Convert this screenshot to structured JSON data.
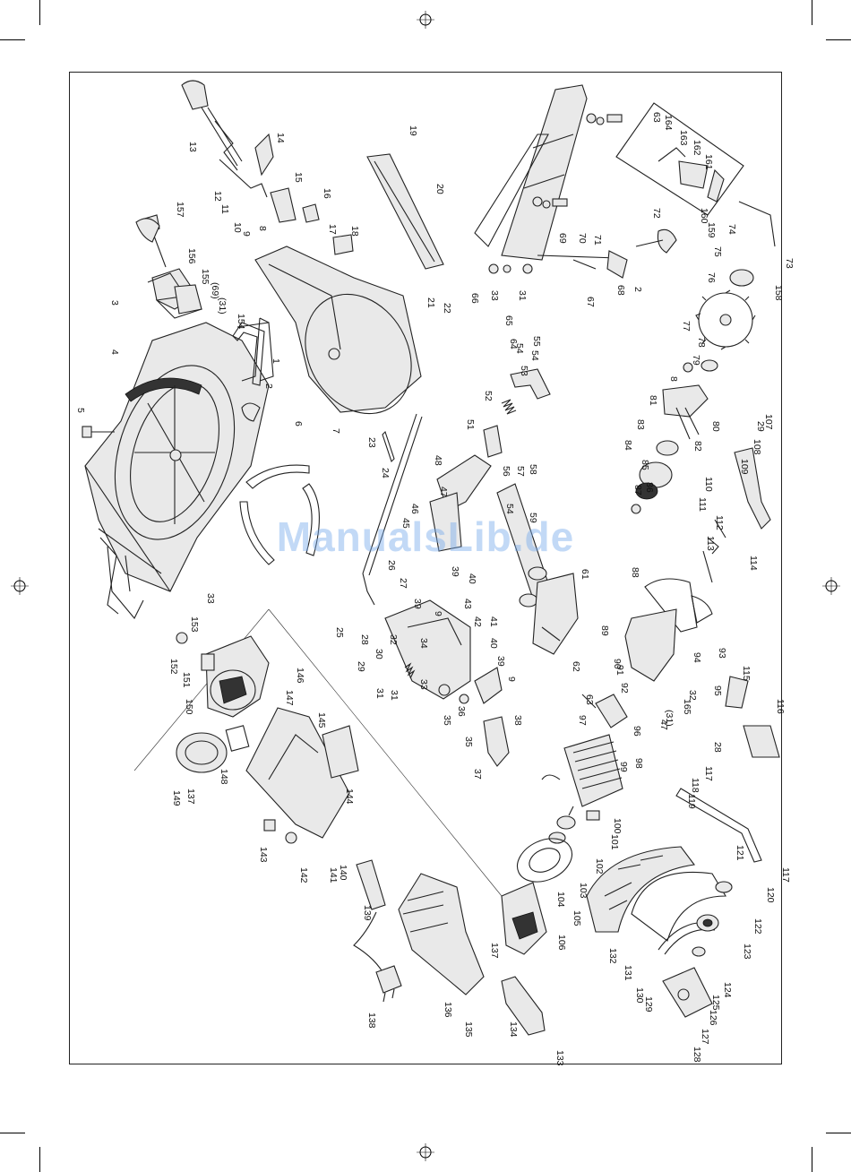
{
  "watermark": "ManualsLib.de",
  "parts": [
    {
      "n": "1"
    },
    {
      "n": "2"
    },
    {
      "n": "2"
    },
    {
      "n": "3"
    },
    {
      "n": "4"
    },
    {
      "n": "5"
    },
    {
      "n": "6"
    },
    {
      "n": "7"
    },
    {
      "n": "8"
    },
    {
      "n": "8"
    },
    {
      "n": "9"
    },
    {
      "n": "9"
    },
    {
      "n": "9"
    },
    {
      "n": "10"
    },
    {
      "n": "11"
    },
    {
      "n": "12"
    },
    {
      "n": "13"
    },
    {
      "n": "14"
    },
    {
      "n": "15"
    },
    {
      "n": "16"
    },
    {
      "n": "17"
    },
    {
      "n": "18"
    },
    {
      "n": "19"
    },
    {
      "n": "20"
    },
    {
      "n": "21"
    },
    {
      "n": "22"
    },
    {
      "n": "23"
    },
    {
      "n": "24"
    },
    {
      "n": "25"
    },
    {
      "n": "26"
    },
    {
      "n": "27"
    },
    {
      "n": "28"
    },
    {
      "n": "28"
    },
    {
      "n": "29"
    },
    {
      "n": "29"
    },
    {
      "n": "30"
    },
    {
      "n": "31"
    },
    {
      "n": "31"
    },
    {
      "n": "31"
    },
    {
      "n": "32"
    },
    {
      "n": "32"
    },
    {
      "n": "33"
    },
    {
      "n": "33"
    },
    {
      "n": "33"
    },
    {
      "n": "34"
    },
    {
      "n": "35"
    },
    {
      "n": "35"
    },
    {
      "n": "36"
    },
    {
      "n": "37"
    },
    {
      "n": "38"
    },
    {
      "n": "39"
    },
    {
      "n": "39"
    },
    {
      "n": "39"
    },
    {
      "n": "40"
    },
    {
      "n": "40"
    },
    {
      "n": "41"
    },
    {
      "n": "42"
    },
    {
      "n": "43"
    },
    {
      "n": "45"
    },
    {
      "n": "46"
    },
    {
      "n": "47"
    },
    {
      "n": "47"
    },
    {
      "n": "48"
    },
    {
      "n": "51"
    },
    {
      "n": "52"
    },
    {
      "n": "53"
    },
    {
      "n": "54"
    },
    {
      "n": "54"
    },
    {
      "n": "54"
    },
    {
      "n": "55"
    },
    {
      "n": "56"
    },
    {
      "n": "57"
    },
    {
      "n": "58"
    },
    {
      "n": "59"
    },
    {
      "n": "61"
    },
    {
      "n": "62"
    },
    {
      "n": "63"
    },
    {
      "n": "63"
    },
    {
      "n": "64"
    },
    {
      "n": "65"
    },
    {
      "n": "66"
    },
    {
      "n": "67"
    },
    {
      "n": "68"
    },
    {
      "n": "69"
    },
    {
      "n": "70"
    },
    {
      "n": "71"
    },
    {
      "n": "72"
    },
    {
      "n": "73"
    },
    {
      "n": "74"
    },
    {
      "n": "75"
    },
    {
      "n": "76"
    },
    {
      "n": "77"
    },
    {
      "n": "78"
    },
    {
      "n": "79"
    },
    {
      "n": "80"
    },
    {
      "n": "81"
    },
    {
      "n": "82"
    },
    {
      "n": "83"
    },
    {
      "n": "84"
    },
    {
      "n": "85"
    },
    {
      "n": "86"
    },
    {
      "n": "87"
    },
    {
      "n": "88"
    },
    {
      "n": "89"
    },
    {
      "n": "90"
    },
    {
      "n": "91"
    },
    {
      "n": "92"
    },
    {
      "n": "93"
    },
    {
      "n": "94"
    },
    {
      "n": "95"
    },
    {
      "n": "96"
    },
    {
      "n": "97"
    },
    {
      "n": "98"
    },
    {
      "n": "99"
    },
    {
      "n": "100"
    },
    {
      "n": "101"
    },
    {
      "n": "102"
    },
    {
      "n": "103"
    },
    {
      "n": "104"
    },
    {
      "n": "105"
    },
    {
      "n": "106"
    },
    {
      "n": "107"
    },
    {
      "n": "108"
    },
    {
      "n": "109"
    },
    {
      "n": "110"
    },
    {
      "n": "111"
    },
    {
      "n": "112"
    },
    {
      "n": "113"
    },
    {
      "n": "114"
    },
    {
      "n": "115"
    },
    {
      "n": "116"
    },
    {
      "n": "117"
    },
    {
      "n": "117"
    },
    {
      "n": "118"
    },
    {
      "n": "119"
    },
    {
      "n": "120"
    },
    {
      "n": "121"
    },
    {
      "n": "122"
    },
    {
      "n": "123"
    },
    {
      "n": "124"
    },
    {
      "n": "125"
    },
    {
      "n": "126"
    },
    {
      "n": "127"
    },
    {
      "n": "128"
    },
    {
      "n": "129"
    },
    {
      "n": "130"
    },
    {
      "n": "131"
    },
    {
      "n": "132"
    },
    {
      "n": "133"
    },
    {
      "n": "134"
    },
    {
      "n": "135"
    },
    {
      "n": "136"
    },
    {
      "n": "137"
    },
    {
      "n": "137"
    },
    {
      "n": "138"
    },
    {
      "n": "139"
    },
    {
      "n": "140"
    },
    {
      "n": "141"
    },
    {
      "n": "142"
    },
    {
      "n": "143"
    },
    {
      "n": "144"
    },
    {
      "n": "145"
    },
    {
      "n": "146"
    },
    {
      "n": "147"
    },
    {
      "n": "148"
    },
    {
      "n": "149"
    },
    {
      "n": "150"
    },
    {
      "n": "151"
    },
    {
      "n": "152"
    },
    {
      "n": "153"
    },
    {
      "n": "154"
    },
    {
      "n": "155"
    },
    {
      "n": "156"
    },
    {
      "n": "157"
    },
    {
      "n": "158"
    },
    {
      "n": "159"
    },
    {
      "n": "160"
    },
    {
      "n": "161"
    },
    {
      "n": "162"
    },
    {
      "n": "163"
    },
    {
      "n": "164"
    },
    {
      "n": "165"
    },
    {
      "n": "(31)"
    },
    {
      "n": "(31)"
    },
    {
      "n": "(69)"
    },
    {
      "n": "(71)"
    }
  ]
}
